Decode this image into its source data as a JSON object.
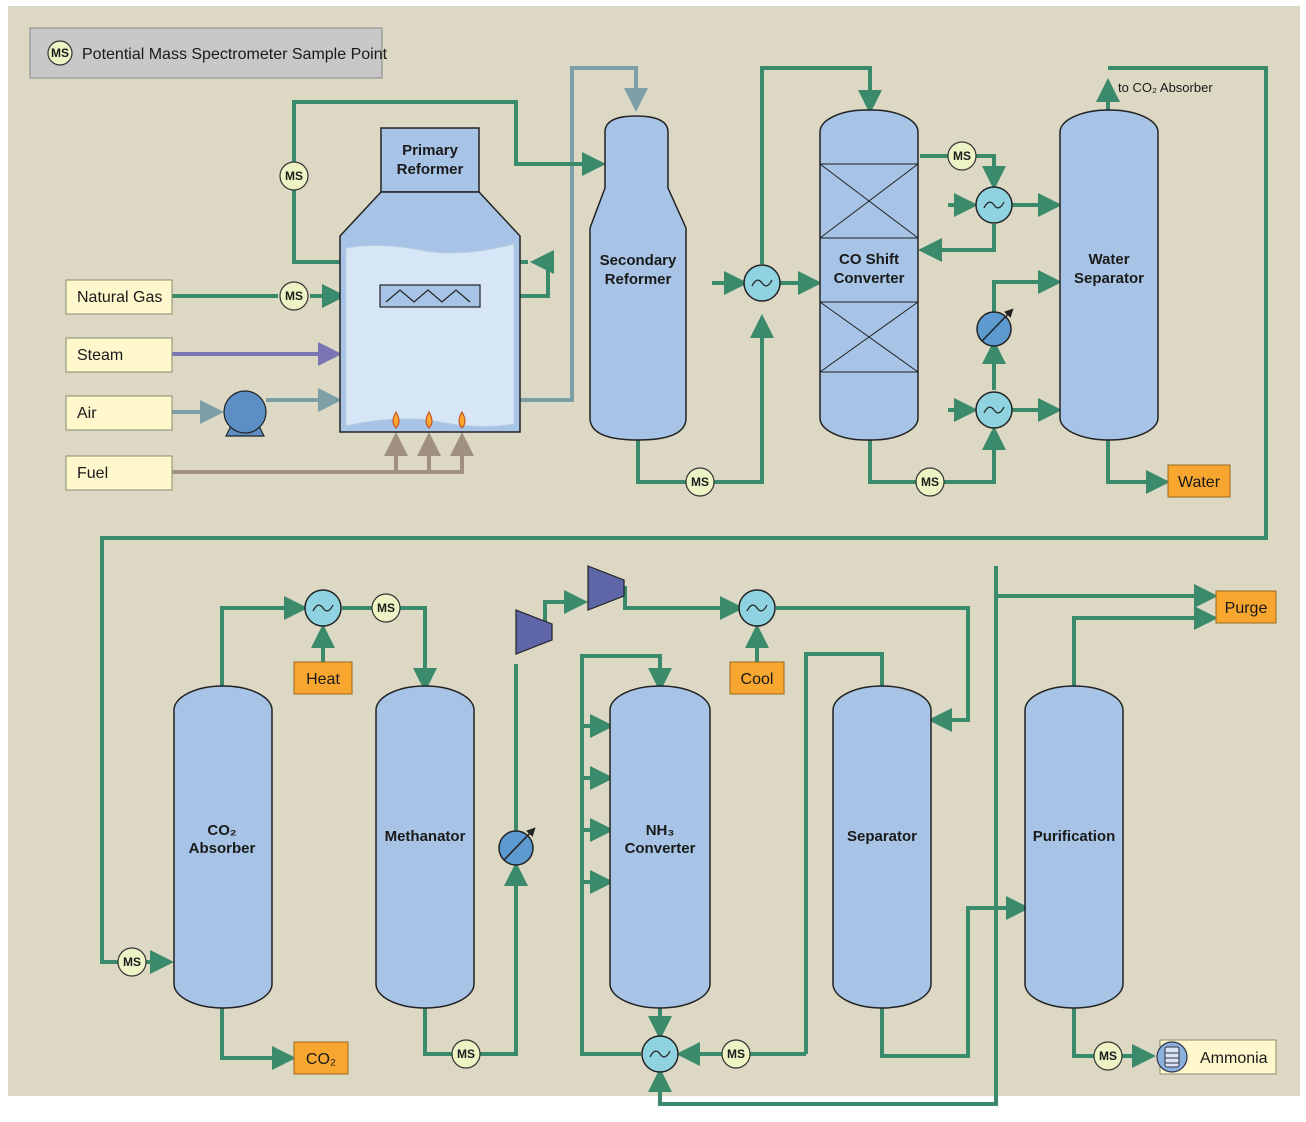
{
  "legend": {
    "badge": "MS",
    "text": "Potential Mass Spectrometer Sample Point"
  },
  "feeds": {
    "natural_gas": "Natural Gas",
    "steam": "Steam",
    "air": "Air",
    "fuel": "Fuel"
  },
  "units": {
    "primary_reformer": [
      "Primary",
      "Reformer"
    ],
    "secondary_reformer": [
      "Secondary",
      "Reformer"
    ],
    "co_shift_converter": [
      "CO Shift",
      "Converter"
    ],
    "water_separator": [
      "Water",
      "Separator"
    ],
    "co2_absorber": [
      "CO₂",
      "Absorber"
    ],
    "methanator": "Methanator",
    "nh3_converter": [
      "NH₃",
      "Converter"
    ],
    "separator": "Separator",
    "purification": "Purification"
  },
  "outputs": {
    "water": "Water",
    "to_co2_absorber": "to CO₂ Absorber",
    "heat": "Heat",
    "cool": "Cool",
    "co2": "CO₂",
    "purge": "Purge",
    "ammonia": "Ammonia"
  },
  "ms_label": "MS",
  "colors": {
    "background": "#dcd8c4",
    "pipe_green": "#3b8a6b",
    "pipe_blue_grey": "#7da0a6",
    "pipe_purple": "#7a76b4",
    "pipe_fuel": "#a09080",
    "vessel": "#a7c4e6",
    "exchanger": "#8fd2e0",
    "compressor": "#5e66a8",
    "feed_box": "#fff8cc",
    "output_box": "#f7a630",
    "ms_badge": "#eef3c6"
  }
}
